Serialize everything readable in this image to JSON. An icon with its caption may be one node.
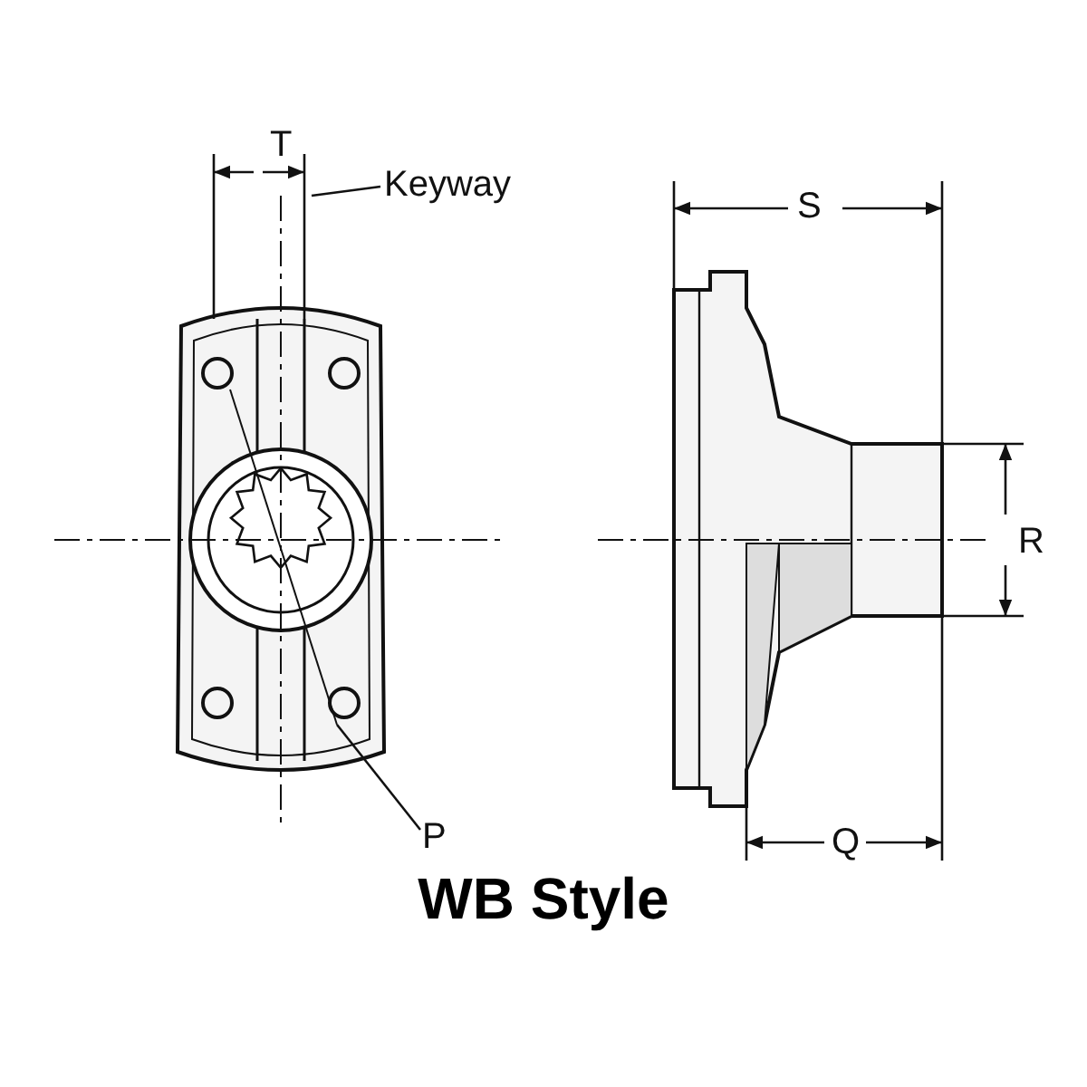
{
  "diagram": {
    "title": "WB Style",
    "nodes": [
      {
        "text": [
          "Keyway"
        ]
      },
      {
        "text": [
          "P"
        ]
      }
    ],
    "edges": [
      {
        "from": 0,
        "to": null,
        "arrow": "none"
      },
      {
        "from": 1,
        "to": null,
        "arrow": "none"
      }
    ],
    "labels": [
      "T",
      "S",
      "R",
      "Q"
    ]
  }
}
